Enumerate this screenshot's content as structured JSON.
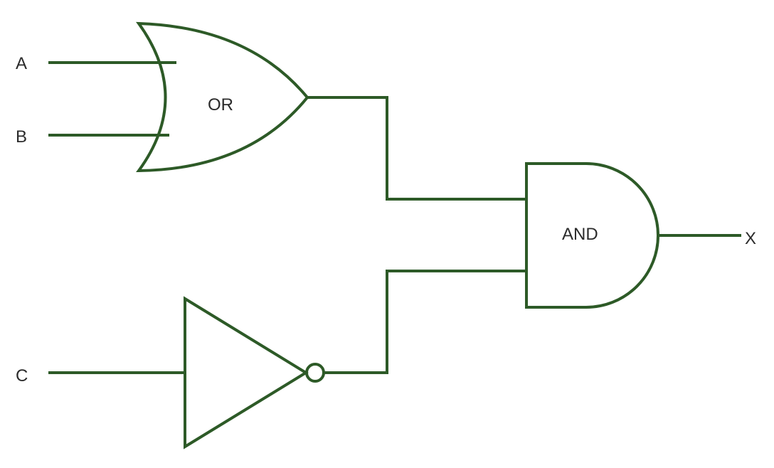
{
  "diagram": {
    "stroke_color": "#2d5a27",
    "text_color": "#2b2b2b",
    "background_color": "#ffffff",
    "inputs": {
      "a": "A",
      "b": "B",
      "c": "C"
    },
    "output": "X",
    "gates": {
      "or": "OR",
      "and": "AND",
      "not": ""
    }
  }
}
